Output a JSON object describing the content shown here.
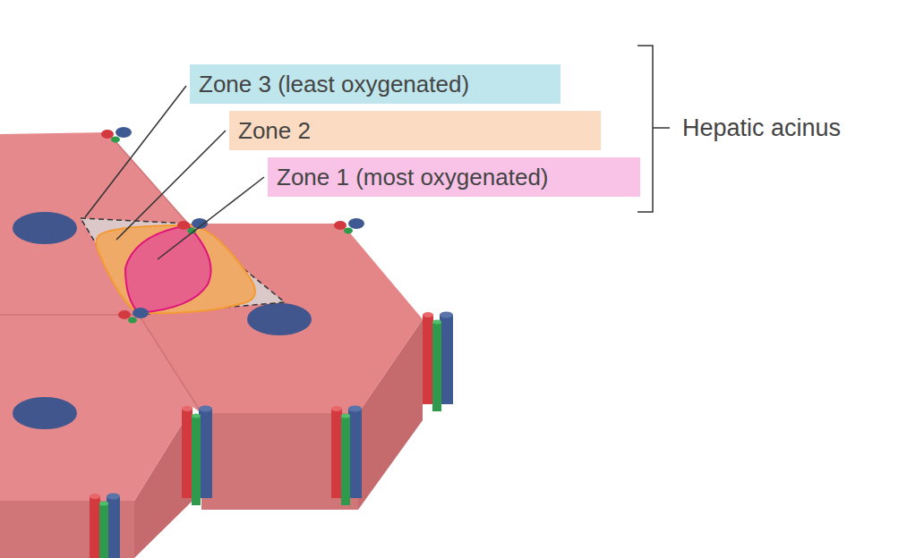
{
  "diagram": {
    "nodes": [
      {
        "text": [
          "Zone 3 (least oxygenated)"
        ]
      },
      {
        "text": [
          "Zone 2"
        ]
      },
      {
        "text": [
          "Zone 1 (most oxygenated)"
        ]
      }
    ],
    "labels": [
      "Hepatic acinus"
    ]
  }
}
